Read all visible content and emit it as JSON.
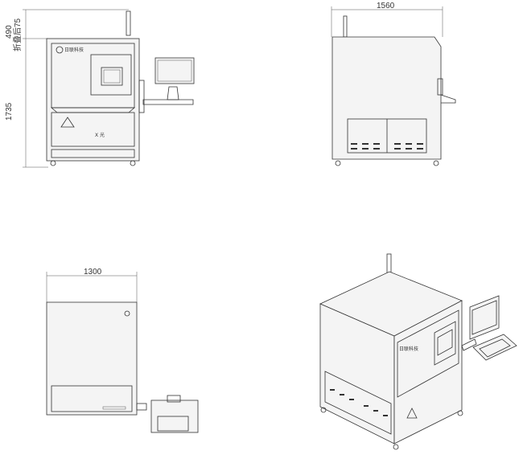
{
  "views": {
    "front": {
      "dim_height": "1735",
      "dim_top": "490",
      "dim_folded": "折叠后75",
      "panel_text": "X 光",
      "logo_text": "日联科技"
    },
    "side": {
      "dim_depth": "1560"
    },
    "top": {
      "dim_width": "1300"
    },
    "iso": {
      "logo_text": "日联科技"
    }
  },
  "colors": {
    "line": "#333333",
    "background": "#ffffff"
  }
}
